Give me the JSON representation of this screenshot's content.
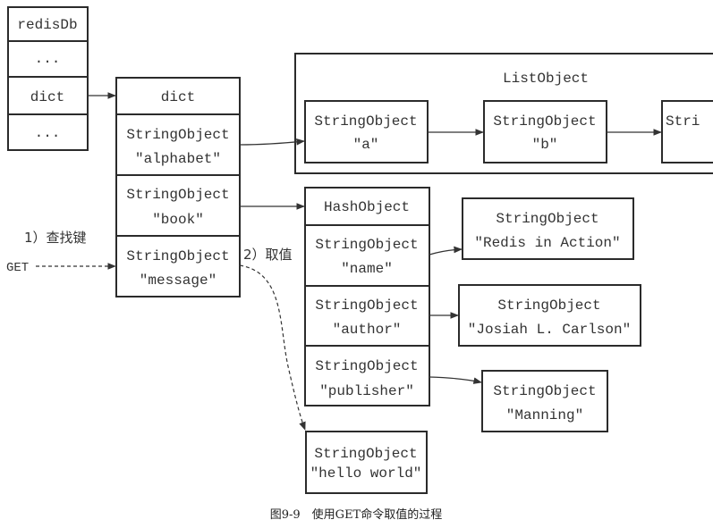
{
  "redisdb": {
    "title": "redisDb",
    "row1": "...",
    "row2": "dict",
    "row3": "..."
  },
  "dict": {
    "header": "dict",
    "entries": [
      {
        "type": "StringObject",
        "value": "\"alphabet\""
      },
      {
        "type": "StringObject",
        "value": "\"book\""
      },
      {
        "type": "StringObject",
        "value": "\"message\""
      }
    ]
  },
  "list": {
    "title": "ListObject",
    "items": [
      {
        "type": "StringObject",
        "value": "\"a\""
      },
      {
        "type": "StringObject",
        "value": "\"b\""
      },
      {
        "type": "Stri",
        "value": ""
      }
    ]
  },
  "hash": {
    "header": "HashObject",
    "fields": [
      {
        "type": "StringObject",
        "value": "\"name\""
      },
      {
        "type": "StringObject",
        "value": "\"author\""
      },
      {
        "type": "StringObject",
        "value": "\"publisher\""
      }
    ],
    "values": [
      {
        "type": "StringObject",
        "value": "\"Redis in Action\""
      },
      {
        "type": "StringObject",
        "value": "\"Josiah L. Carlson\""
      },
      {
        "type": "StringObject",
        "value": "\"Manning\""
      }
    ]
  },
  "message_value": {
    "type": "StringObject",
    "value": "\"hello world\""
  },
  "steps": {
    "step1": "1）查找键",
    "step2": "2）取值",
    "get": "GET"
  },
  "caption": "图9-9　使用GET命令取值的过程",
  "colors": {
    "line": "#333333",
    "border": "#2b2b2b",
    "background": "#ffffff"
  }
}
